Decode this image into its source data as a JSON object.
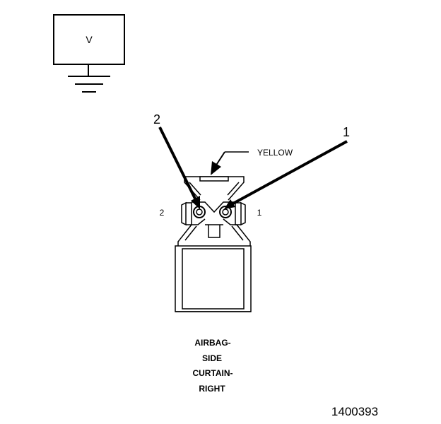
{
  "meter": {
    "symbol": "V"
  },
  "connector": {
    "color_label": "YELLOW",
    "cavity_left": "2",
    "cavity_right": "1"
  },
  "callouts": {
    "left": "2",
    "right": "1"
  },
  "caption": {
    "line1": "AIRBAG-",
    "line2": "SIDE",
    "line3": "CURTAIN-",
    "line4": "RIGHT"
  },
  "figure_id": "1400393"
}
